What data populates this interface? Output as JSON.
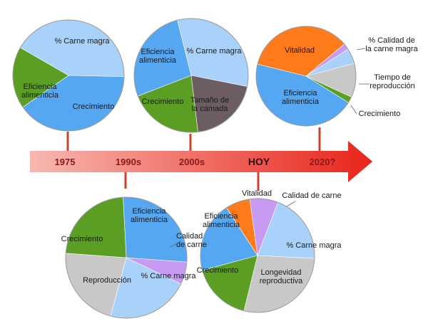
{
  "timeline": {
    "labels": [
      "1975",
      "1990s",
      "2000s",
      "HOY",
      "2020?"
    ],
    "colors": {
      "start": "#f7b8b0",
      "end": "#e8241a"
    }
  },
  "chart_data": [
    {
      "type": "pie",
      "period": "1975",
      "slices": [
        {
          "label": "% Carne magra",
          "value": 42,
          "color": "#a9d2fb"
        },
        {
          "label": "Eficiencia\nalimenticia",
          "value": 40,
          "color": "#55a7f2"
        },
        {
          "label": "Crecimiento",
          "value": 18,
          "color": "#5a9e23"
        }
      ]
    },
    {
      "type": "pie",
      "period": "1990s",
      "slices": [
        {
          "label": "Eficiencia\nalimenticia",
          "value": 27,
          "color": "#55a7f2"
        },
        {
          "label": "Calidad\nde carne",
          "value": 6,
          "color": "#c89bf2"
        },
        {
          "label": "% Carne magra",
          "value": 22,
          "color": "#a9d2fb"
        },
        {
          "label": "Reproducción",
          "value": 22,
          "color": "#c8c8c8"
        },
        {
          "label": "Crecimiento",
          "value": 23,
          "color": "#5a9e23"
        }
      ]
    },
    {
      "type": "pie",
      "period": "2000s",
      "slices": [
        {
          "label": "% Carne magra",
          "value": 32,
          "color": "#a9d2fb"
        },
        {
          "label": "Tamaño de\nla camada",
          "value": 20,
          "color": "#6b5d62"
        },
        {
          "label": "Crecimiento",
          "value": 21,
          "color": "#5a9e23"
        },
        {
          "label": "Eficiencia\nalimenticia",
          "value": 27,
          "color": "#55a7f2"
        }
      ]
    },
    {
      "type": "pie",
      "period": "HOY",
      "slices": [
        {
          "label": "Vitalidad",
          "value": 7,
          "color": "#ff7a1a"
        },
        {
          "label": "Calidad de carne",
          "value": 8,
          "color": "#c89bf2"
        },
        {
          "label": "% Carne magra",
          "value": 20,
          "color": "#a9d2fb"
        },
        {
          "label": "Longevidad\nreproductiva",
          "value": 28,
          "color": "#c8c8c8"
        },
        {
          "label": "Crecimiento",
          "value": 17,
          "color": "#5a9e23"
        },
        {
          "label": "Eficiencia\nalimenticia",
          "value": 20,
          "color": "#55a7f2"
        }
      ]
    },
    {
      "type": "pie",
      "period": "2020?",
      "slices": [
        {
          "label": "Vitalidad",
          "value": 35,
          "color": "#ff7a1a"
        },
        {
          "label": "% Calidad de\nla carne magra",
          "value": 2,
          "color": "#c89bf2"
        },
        {
          "label": "",
          "value": 5,
          "color": "#a9d2fb"
        },
        {
          "label": "Tiempo de\nreproducción",
          "value": 11,
          "color": "#c8c8c8"
        },
        {
          "label": "Crecimiento",
          "value": 2,
          "color": "#5a9e23"
        },
        {
          "label": "Eficiencia\nalimenticia",
          "value": 45,
          "color": "#55a7f2"
        }
      ]
    }
  ]
}
